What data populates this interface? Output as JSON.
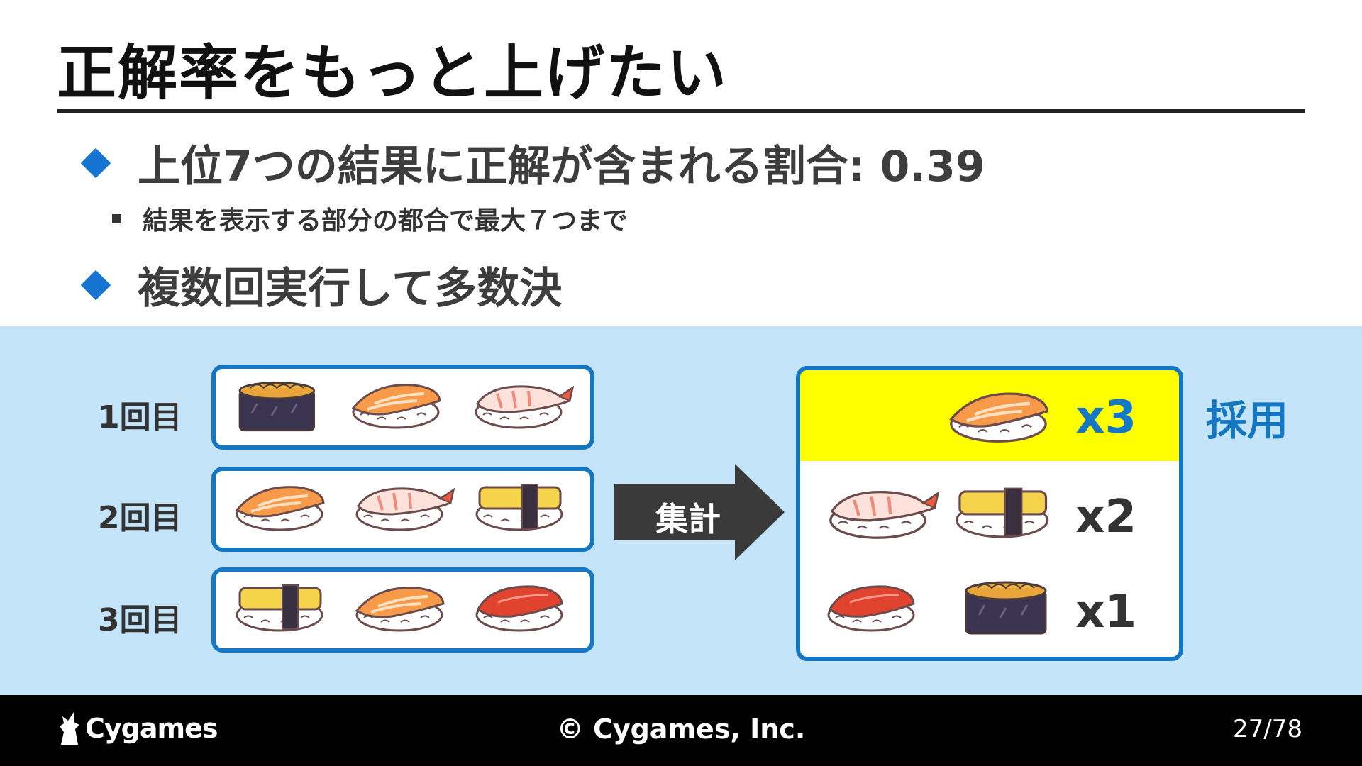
{
  "slide": {
    "title": "正解率をもっと上げたい",
    "bullets": [
      {
        "text": "上位7つの結果に正解が含まれる割合: 0.39"
      },
      {
        "text": "複数回実行して多数決"
      }
    ],
    "sub_bullet": "結果を表示する部分の都合で最大７つまで"
  },
  "diagram": {
    "runs": [
      {
        "label": "1回目",
        "items": [
          "uni-sushi-icon",
          "salmon-sushi-icon",
          "ebi-sushi-icon"
        ]
      },
      {
        "label": "2回目",
        "items": [
          "salmon-sushi-icon",
          "ebi-sushi-icon",
          "tamago-sushi-icon"
        ]
      },
      {
        "label": "3回目",
        "items": [
          "tamago-sushi-icon",
          "salmon-sushi-icon",
          "maguro-sushi-icon"
        ]
      }
    ],
    "arrow_label": "集計",
    "results": [
      {
        "items": [
          "salmon-sushi-icon"
        ],
        "count": "x3"
      },
      {
        "items": [
          "ebi-sushi-icon",
          "tamago-sushi-icon"
        ],
        "count": "x2"
      },
      {
        "items": [
          "maguro-sushi-icon",
          "uni-sushi-icon"
        ],
        "count": "x1"
      }
    ],
    "adopted_label": "採用",
    "colors": {
      "highlight": "#ffff00",
      "accent": "#1576c4",
      "panel": "#c4e4fa"
    }
  },
  "footer": {
    "brand": "Cygames",
    "copyright": "© Cygames, Inc.",
    "page": "27/78"
  }
}
